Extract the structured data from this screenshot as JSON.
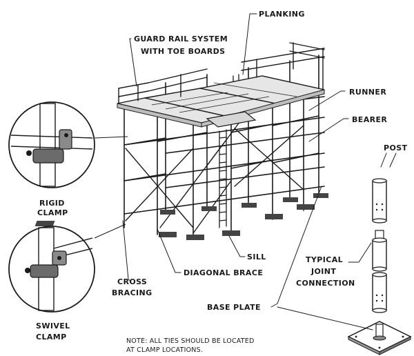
{
  "labels": {
    "planking": "PLANKING",
    "guard_rail_line1": "GUARD RAIL SYSTEM",
    "guard_rail_line2": "WITH TOE BOARDS",
    "runner": "RUNNER",
    "bearer": "BEARER",
    "post": "POST",
    "rigid_clamp_line1": "RIGID",
    "rigid_clamp_line2": "CLAMP",
    "swivel_clamp_line1": "SWIVEL",
    "swivel_clamp_line2": "CLAMP",
    "typical_joint_line1": "TYPICAL",
    "typical_joint_line2": "JOINT",
    "typical_joint_line3": "CONNECTION",
    "sill": "SILL",
    "diagonal_brace": "DIAGONAL BRACE",
    "cross_bracing_line1": "CROSS",
    "cross_bracing_line2": "BRACING",
    "base_plate": "BASE PLATE"
  },
  "note": {
    "line1": "NOTE: ALL TIES SHOULD BE LOCATED",
    "line2": "AT CLAMP LOCATIONS."
  },
  "colors": {
    "ink": "#1a1a1a",
    "background": "#ffffff"
  }
}
